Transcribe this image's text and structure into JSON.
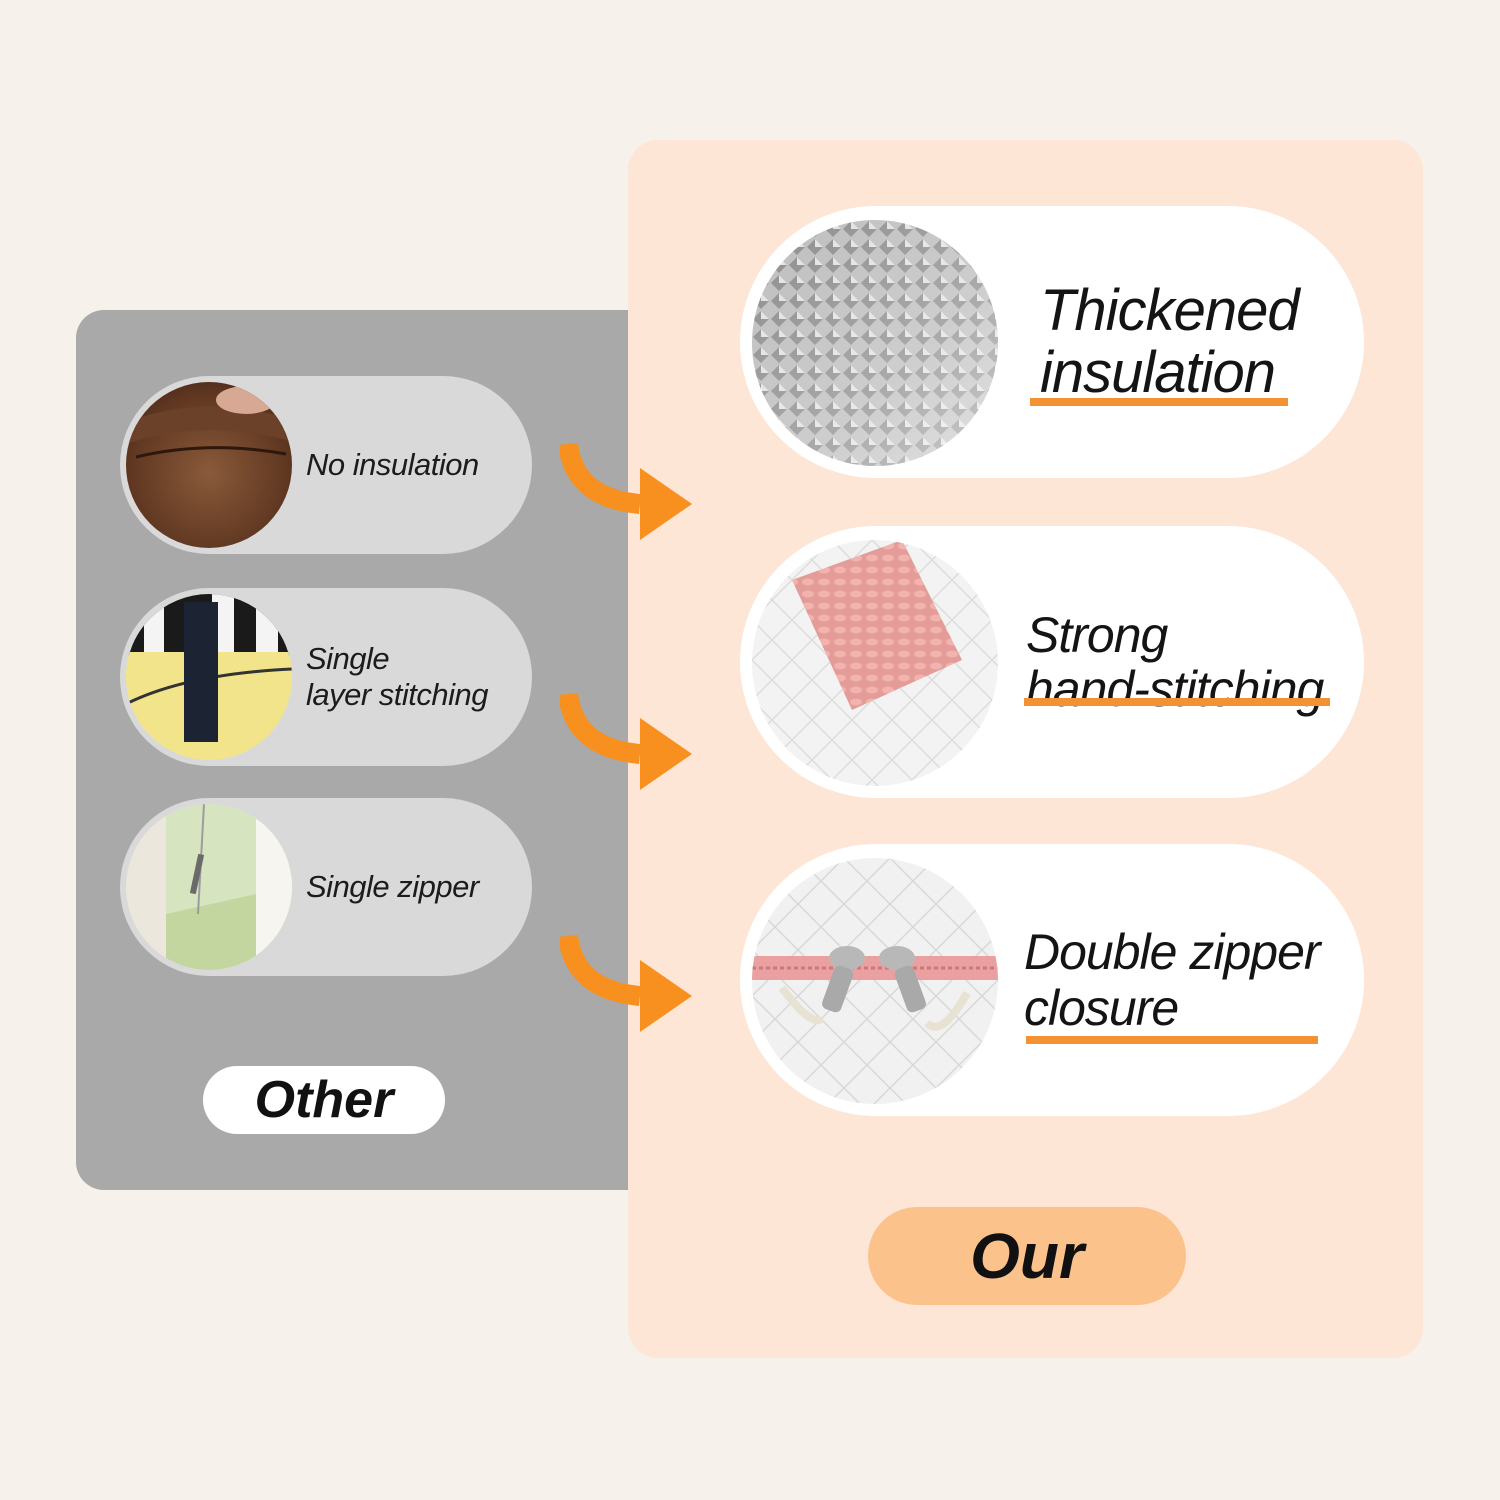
{
  "other": {
    "badge": "Other",
    "items": [
      {
        "label": "No insulation",
        "image": "brown-bag-interior"
      },
      {
        "label_line1": "Single",
        "label_line2": "layer stitching",
        "image": "yellow-bag-strap"
      },
      {
        "label": "Single zipper",
        "image": "green-bag-zipper"
      }
    ]
  },
  "our": {
    "badge": "Our",
    "items": [
      {
        "label_line1": "Thickened",
        "label_line2": "insulation",
        "image": "aluminum-insulation-texture"
      },
      {
        "label_line1": "Strong",
        "label_line2": "hand-stitching",
        "image": "pink-woven-strap"
      },
      {
        "label_line1": "Double zipper",
        "label_line2": "closure",
        "image": "double-zipper-pulls"
      }
    ]
  },
  "colors": {
    "background": "#f6f2eb",
    "our_panel": "#fde6d6",
    "other_panel": "#a9a9a9",
    "accent_orange": "#f39232",
    "our_badge": "#fbc28c"
  },
  "icons": [
    "curved-arrow-icon"
  ]
}
